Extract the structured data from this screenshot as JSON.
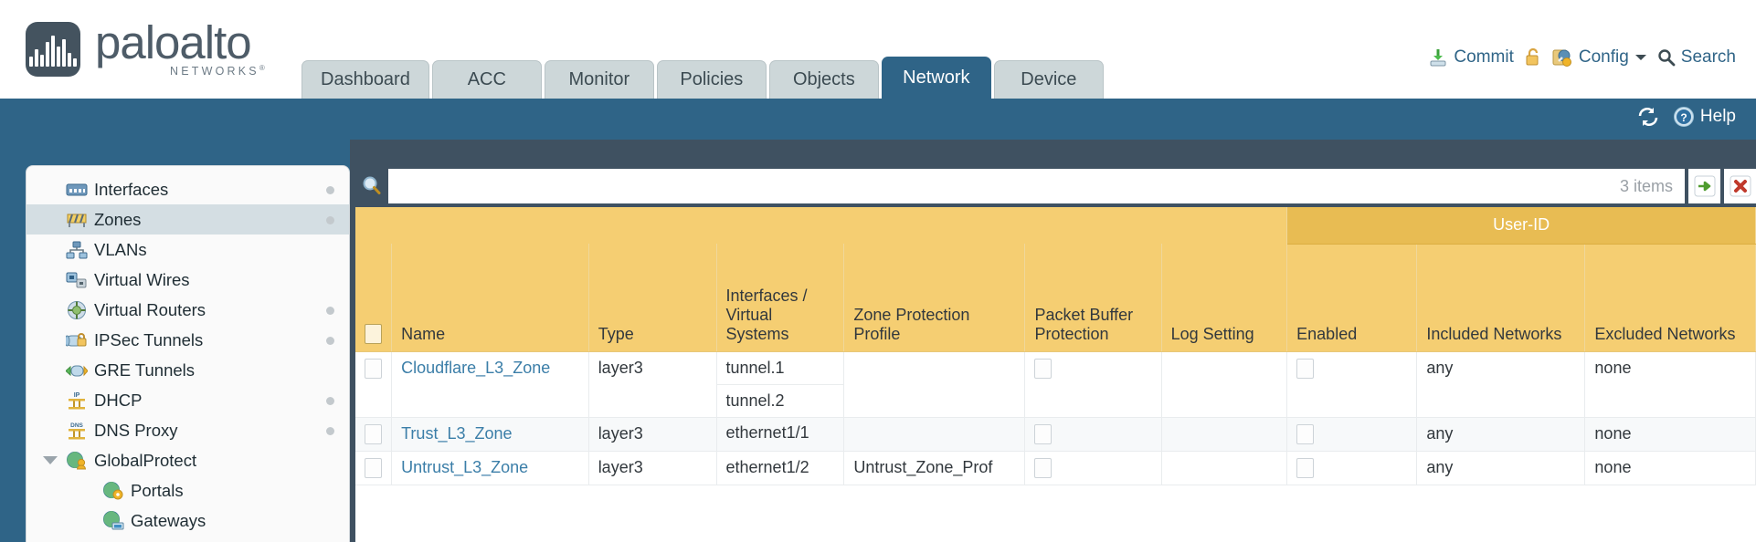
{
  "brand": {
    "word": "paloalto",
    "sub": "NETWORKS",
    "reg": "®"
  },
  "nav": {
    "tabs": [
      {
        "label": "Dashboard",
        "active": false
      },
      {
        "label": "ACC",
        "active": false
      },
      {
        "label": "Monitor",
        "active": false
      },
      {
        "label": "Policies",
        "active": false
      },
      {
        "label": "Objects",
        "active": false
      },
      {
        "label": "Network",
        "active": true
      },
      {
        "label": "Device",
        "active": false
      }
    ]
  },
  "actions": {
    "commit": "Commit",
    "config": "Config",
    "search": "Search",
    "lock_icon": "unlocked-padlock-icon",
    "commit_icon": "commit-download-icon",
    "config_icon": "config-wrench-icon",
    "config_caret": "chevron-down-icon",
    "search_icon": "magnifier-icon"
  },
  "blueband": {
    "refresh_icon": "refresh-icon",
    "help": "Help",
    "help_icon": "help-question-icon"
  },
  "sidebar": {
    "items": [
      {
        "label": "Interfaces",
        "icon": "interfaces-icon",
        "selected": false,
        "dot": true,
        "child": false,
        "caret": false
      },
      {
        "label": "Zones",
        "icon": "zones-icon",
        "selected": true,
        "dot": true,
        "child": false,
        "caret": false
      },
      {
        "label": "VLANs",
        "icon": "vlans-icon",
        "selected": false,
        "dot": false,
        "child": false,
        "caret": false
      },
      {
        "label": "Virtual Wires",
        "icon": "virtual-wires-icon",
        "selected": false,
        "dot": false,
        "child": false,
        "caret": false
      },
      {
        "label": "Virtual Routers",
        "icon": "virtual-routers-icon",
        "selected": false,
        "dot": true,
        "child": false,
        "caret": false
      },
      {
        "label": "IPSec Tunnels",
        "icon": "ipsec-tunnels-icon",
        "selected": false,
        "dot": true,
        "child": false,
        "caret": false
      },
      {
        "label": "GRE Tunnels",
        "icon": "gre-tunnels-icon",
        "selected": false,
        "dot": false,
        "child": false,
        "caret": false
      },
      {
        "label": "DHCP",
        "icon": "dhcp-icon",
        "selected": false,
        "dot": true,
        "child": false,
        "caret": false
      },
      {
        "label": "DNS Proxy",
        "icon": "dns-proxy-icon",
        "selected": false,
        "dot": true,
        "child": false,
        "caret": false
      },
      {
        "label": "GlobalProtect",
        "icon": "globalprotect-icon",
        "selected": false,
        "dot": false,
        "child": false,
        "caret": true
      },
      {
        "label": "Portals",
        "icon": "portals-icon",
        "selected": false,
        "dot": false,
        "child": true,
        "caret": false
      },
      {
        "label": "Gateways",
        "icon": "gateways-icon",
        "selected": false,
        "dot": false,
        "child": true,
        "caret": false
      }
    ]
  },
  "search": {
    "value": "",
    "placeholder": "",
    "item_count": "3 items",
    "apply_icon": "green-arrow-apply-icon",
    "clear_icon": "red-x-clear-icon",
    "filter_icon": "filter-magnifier-icon"
  },
  "table": {
    "group_header": {
      "label": "User-ID",
      "spans": 3
    },
    "columns": [
      "Name",
      "Type",
      "Interfaces / Virtual Systems",
      "Zone Protection Profile",
      "Packet Buffer Protection",
      "Log Setting",
      "Enabled",
      "Included Networks",
      "Excluded Networks"
    ],
    "rows": [
      {
        "name": "Cloudflare_L3_Zone",
        "type": "layer3",
        "interfaces": [
          "tunnel.1",
          "tunnel.2"
        ],
        "zone_protection_profile": "",
        "packet_buffer_protection": false,
        "log_setting": "",
        "userid_enabled": false,
        "included_networks": "any",
        "excluded_networks": "none"
      },
      {
        "name": "Trust_L3_Zone",
        "type": "layer3",
        "interfaces": [
          "ethernet1/1"
        ],
        "zone_protection_profile": "",
        "packet_buffer_protection": false,
        "log_setting": "",
        "userid_enabled": false,
        "included_networks": "any",
        "excluded_networks": "none"
      },
      {
        "name": "Untrust_L3_Zone",
        "type": "layer3",
        "interfaces": [
          "ethernet1/2"
        ],
        "zone_protection_profile": "Untrust_Zone_Prof",
        "packet_buffer_protection": false,
        "log_setting": "",
        "userid_enabled": false,
        "included_networks": "any",
        "excluded_networks": "none"
      }
    ]
  },
  "colors": {
    "brand_blue": "#2f6487",
    "header_gold": "#f5ce72",
    "group_gold": "#e8bc53",
    "link_blue": "#3b7ea8",
    "panel_dark": "#3f5161"
  }
}
